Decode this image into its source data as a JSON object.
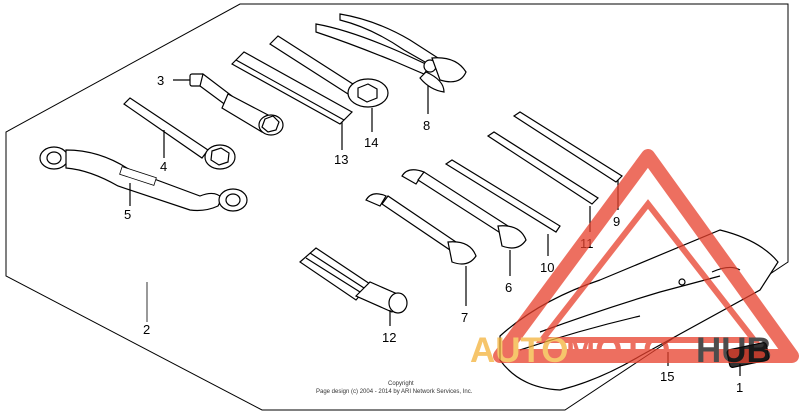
{
  "callouts": [
    "1",
    "2",
    "3",
    "4",
    "5",
    "6",
    "7",
    "8",
    "9",
    "10",
    "11",
    "12",
    "13",
    "14",
    "15"
  ],
  "copyright": {
    "line1": "Copyright",
    "line2": "Page design (c) 2004 - 2014 by ARI Network Services, Inc."
  },
  "watermark": {
    "part1": "AUTO",
    "part2": "MOTO",
    "part3": "HUB",
    "colors": {
      "auto": "#f3b23a",
      "moto": "#e8402c",
      "hub": "#111111",
      "triangle": "#e8402c"
    }
  }
}
